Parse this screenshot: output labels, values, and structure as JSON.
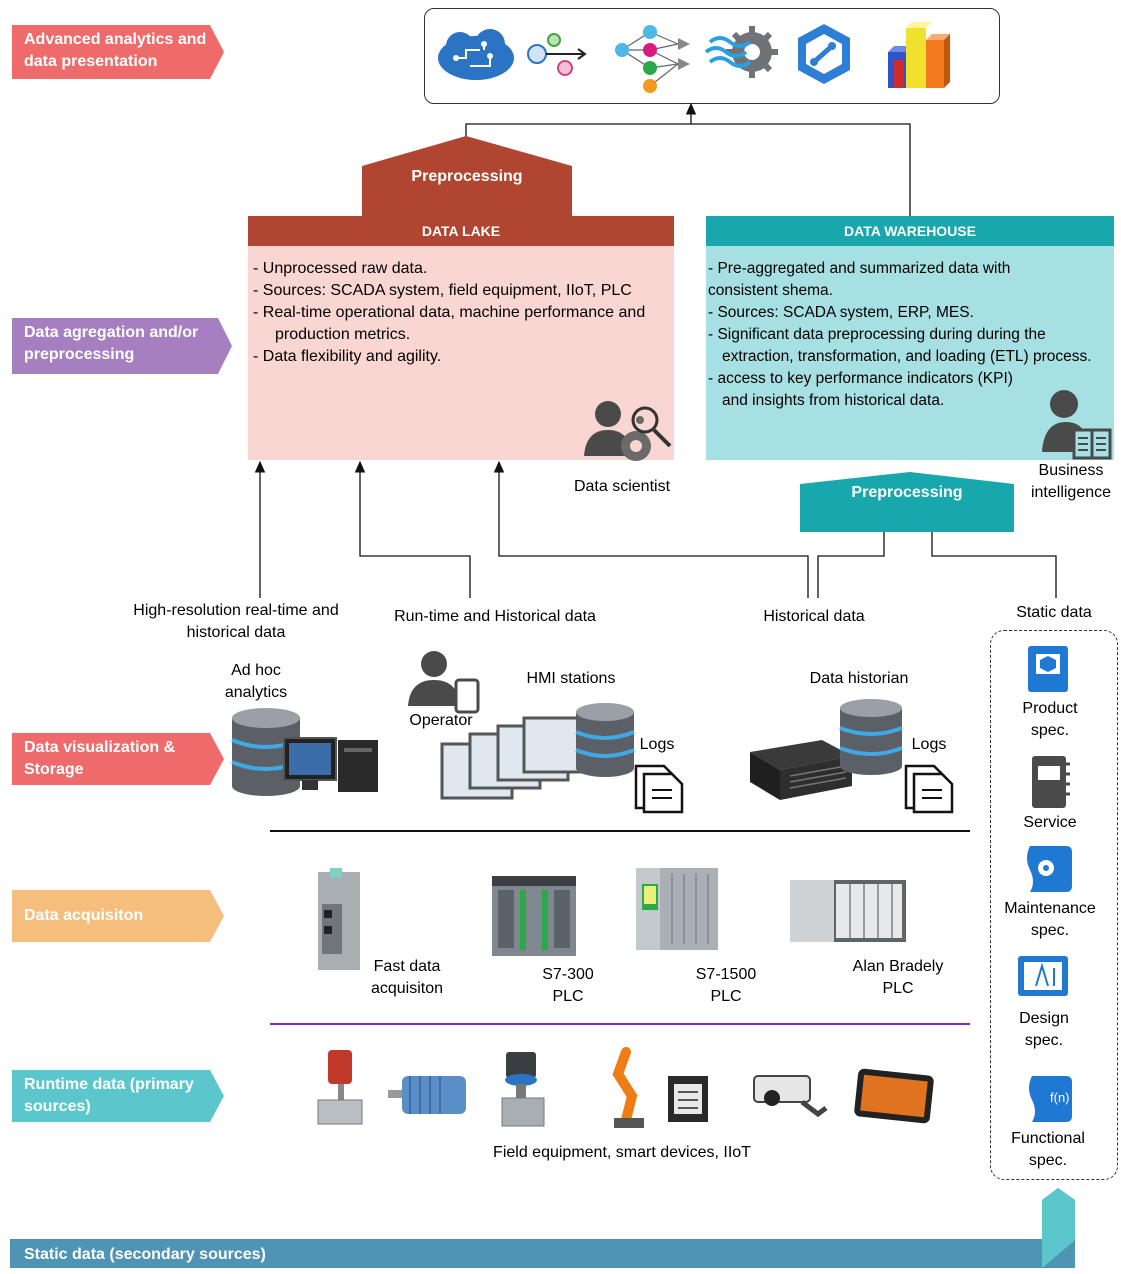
{
  "layers": {
    "advanced": "Advanced analytics and data presentation",
    "aggregation": "Data agregation and/or preprocessing",
    "visualization": "Data visualization & Storage",
    "acquisition": "Data acquisiton",
    "runtime": "Runtime data (primary sources)",
    "static": "Static data (secondary sources)"
  },
  "preprocessing_top": "Preprocessing",
  "preprocessing_right": "Preprocessing",
  "data_lake": {
    "title": "DATA LAKE",
    "items": [
      "- Unprocessed raw data.",
      "- Sources: SCADA system, field equipment, IIoT, PLC",
      "- Real-time operational data, machine performance and production metrics.",
      "- Data flexibility and agility."
    ],
    "role": "Data scientist"
  },
  "data_warehouse": {
    "title": "DATA WAREHOUSE",
    "items": [
      "- Pre-aggregated and summarized data with consistent shema.",
      "- Sources: SCADA system, ERP, MES.",
      "- Significant data preprocessing during during the extraction, transformation, and loading (ETL) process.",
      "- access to key performance indicators (KPI) and insights from historical data."
    ],
    "role": "Business intelligence"
  },
  "flows": {
    "high_res": "High-resolution real-time and historical data",
    "runtime_hist": "Run-time and Historical data",
    "historical": "Historical data",
    "static": "Static data"
  },
  "storage": {
    "adhoc": "Ad hoc analytics",
    "operator": "Operator",
    "hmi": "HMI stations",
    "logs1": "Logs",
    "historian": "Data historian",
    "logs2": "Logs"
  },
  "acquisition": {
    "fast": "Fast data acquisiton",
    "s7300": "S7-300 PLC",
    "s71500": "S7-1500 PLC",
    "ab": "Alan Bradely PLC"
  },
  "field": "Field equipment, smart devices, IIoT",
  "specs": {
    "product": "Product spec.",
    "service": "Service",
    "maintenance": "Maintenance spec.",
    "design": "Design spec.",
    "functional": "Functional spec."
  },
  "colors": {
    "advanced": "#ef6b6b",
    "aggregation": "#a57fc0",
    "visualization": "#ef6b6b",
    "acquisition": "#f5be7d",
    "runtime": "#5cc6cd",
    "static": "#4f94b4",
    "lake_head": "#b04632",
    "lake_body": "#f9d6d1",
    "wh_head": "#17a7ad",
    "wh_body": "#a7e0e2"
  }
}
